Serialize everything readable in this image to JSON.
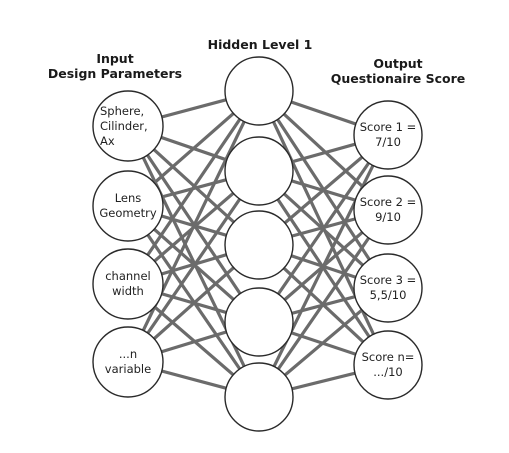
{
  "headers": {
    "input": [
      "Input",
      "Design Parameters"
    ],
    "hidden": "Hidden Level 1",
    "output": [
      "Output",
      "Questionaire Score"
    ]
  },
  "input_nodes": [
    {
      "lines": [
        "Sphere,",
        "Cilinder,",
        "Ax"
      ]
    },
    {
      "lines": [
        "Lens",
        "Geometry"
      ]
    },
    {
      "lines": [
        "channel",
        "width"
      ]
    },
    {
      "lines": [
        "...n",
        "variable"
      ]
    }
  ],
  "hidden_nodes": [
    {
      "lines": []
    },
    {
      "lines": []
    },
    {
      "lines": []
    },
    {
      "lines": []
    },
    {
      "lines": []
    }
  ],
  "output_nodes": [
    {
      "lines": [
        "Score 1 =",
        "7/10"
      ]
    },
    {
      "lines": [
        "Score 2 =",
        "9/10"
      ]
    },
    {
      "lines": [
        "Score 3 =",
        "5,5/10"
      ]
    },
    {
      "lines": [
        "Score n=",
        ".../10"
      ]
    }
  ],
  "colors": {
    "edge": "#6b6b6b",
    "node_stroke": "#2a2a2a",
    "node_fill": "#ffffff",
    "text": "#1a1a1a"
  }
}
